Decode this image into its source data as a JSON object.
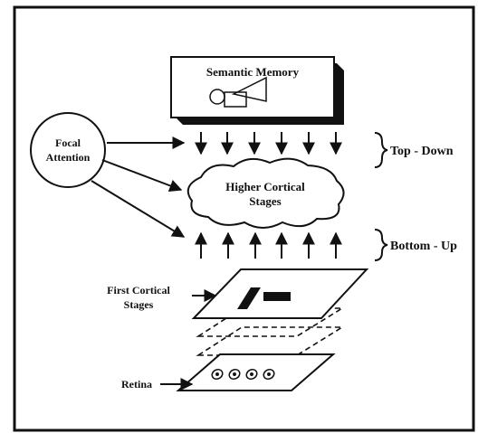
{
  "semantic_memory": {
    "label": "Semantic Memory"
  },
  "focal_attention": {
    "line1": "Focal",
    "line2": "Attention"
  },
  "higher_cortical": {
    "line1": "Higher Cortical",
    "line2": "Stages"
  },
  "first_cortical": {
    "line1": "First Cortical",
    "line2": "Stages"
  },
  "retina": {
    "label": "Retina"
  },
  "flows": {
    "top_down": "Top - Down",
    "bottom_up": "Bottom - Up"
  },
  "colors": {
    "ink": "#111111",
    "paper": "#ffffff"
  }
}
